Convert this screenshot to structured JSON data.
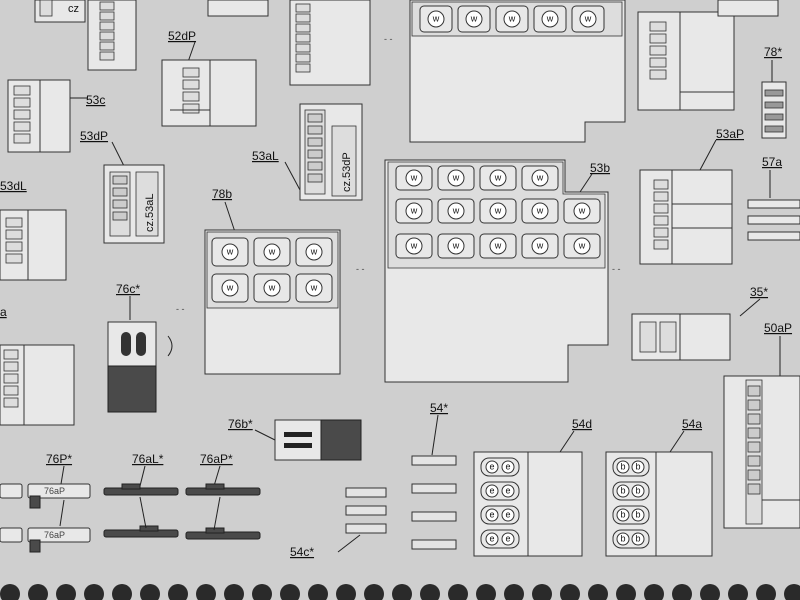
{
  "colors": {
    "paper": "#cfcfcf",
    "part": "#e8e8e8",
    "grey": "#c6c6c6",
    "dark": "#4a4a4a",
    "ink": "#111111"
  },
  "labels": {
    "p52dP": "52dP",
    "p53c": "53c",
    "p53dP": "53dP",
    "p53dL": "53dL",
    "p53aL": "53aL",
    "p53b": "53b",
    "p53aP": "53aP",
    "p78": "78*",
    "p57a": "57a",
    "p78b": "78b",
    "p76c": "76c*",
    "p35": "35*",
    "p50aP": "50aP",
    "p76b": "76b*",
    "p54": "54*",
    "p54d": "54d",
    "p54a": "54a",
    "p76P": "76P*",
    "p76aL": "76aL*",
    "p76aP": "76aP*",
    "p54c": "54c*",
    "pA": "a"
  },
  "part_text": {
    "cz53aL": "cz.53aL",
    "cz53dP": "cz.53dP",
    "cz": "cz",
    "w": "w",
    "e": "e",
    "b": "b",
    "small76aP": "76aP"
  }
}
